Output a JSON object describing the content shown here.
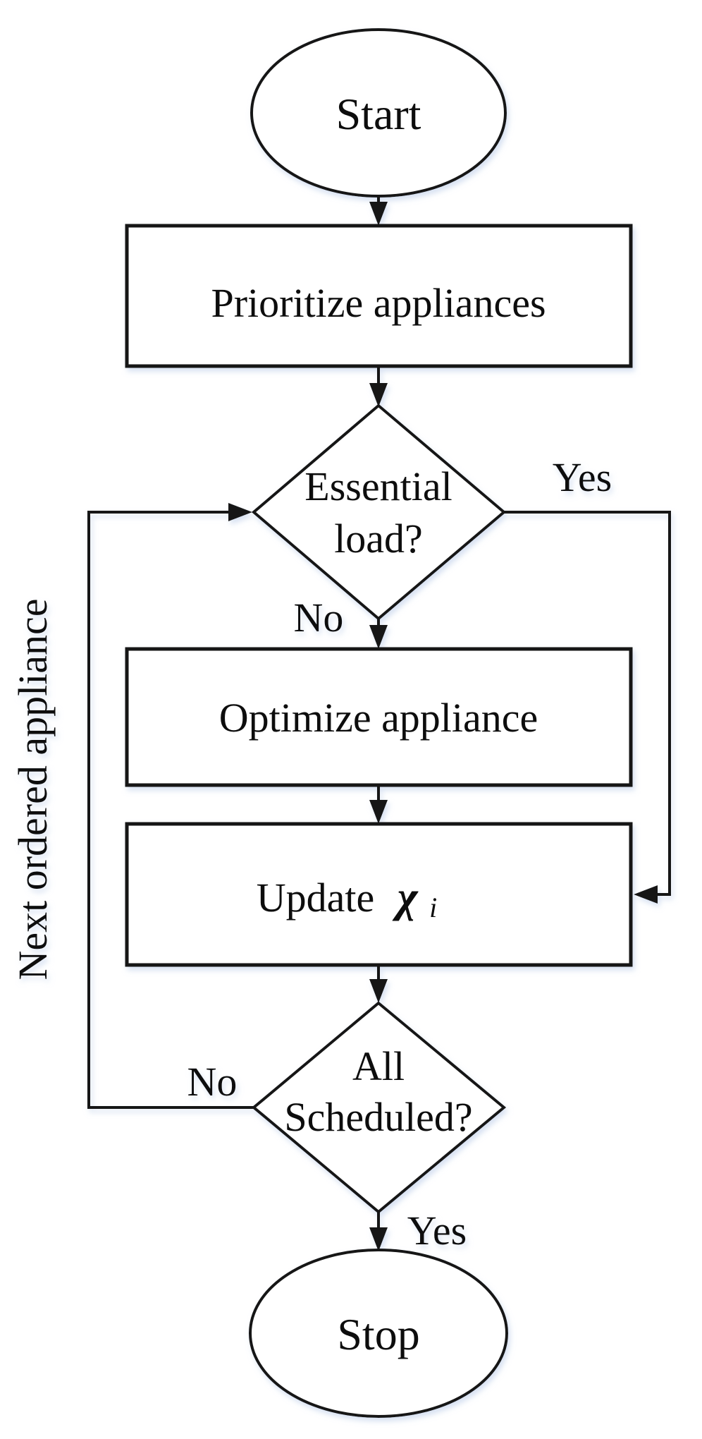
{
  "flowchart": {
    "colors": {
      "stroke": "#161616",
      "shape_fill": "#ffffff",
      "background": "#ffffff",
      "halo_shadow": "#c6d4ec"
    },
    "nodes": {
      "start": {
        "label": "Start"
      },
      "prioritize": {
        "label": "Prioritize appliances"
      },
      "essential_load": {
        "label_line1": "Essential",
        "label_line2": "load?"
      },
      "optimize": {
        "label": "Optimize appliance"
      },
      "update_chi": {
        "prefix": "Update",
        "symbol": "χ",
        "subscript": "i"
      },
      "all_scheduled": {
        "label_line1": "All",
        "label_line2": "Scheduled?"
      },
      "stop": {
        "label": "Stop"
      }
    },
    "edge_labels": {
      "essential_yes": "Yes",
      "essential_no": "No",
      "scheduled_no": "No",
      "scheduled_yes": "Yes",
      "loopback": "Next ordered appliance"
    }
  }
}
